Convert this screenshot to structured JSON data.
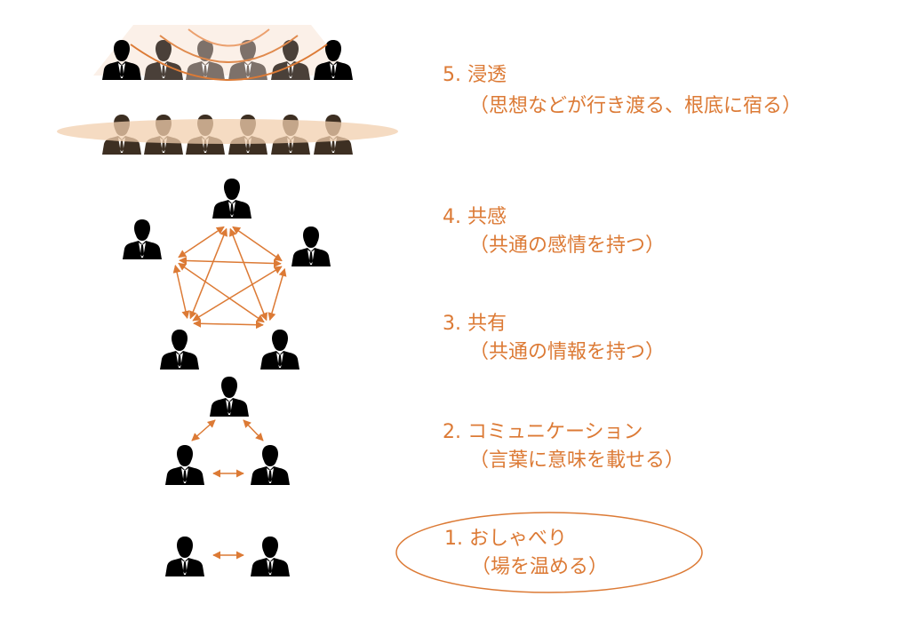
{
  "colors": {
    "accent": "#dc7a35",
    "person": "#000000",
    "glow": "#f3d9c2"
  },
  "stages": [
    {
      "title": "5. 浸透",
      "desc": "（思想などが行き渡る、根底に宿る）"
    },
    {
      "title": "4. 共感",
      "desc": "（共通の感情を持つ）"
    },
    {
      "title": "3. 共有",
      "desc": "（共通の情報を持つ）"
    },
    {
      "title": "2. コミュニケーション",
      "desc": "（言葉に意味を載せる）"
    },
    {
      "title": "1.  おしゃべり",
      "desc": "（場を温める）"
    }
  ]
}
